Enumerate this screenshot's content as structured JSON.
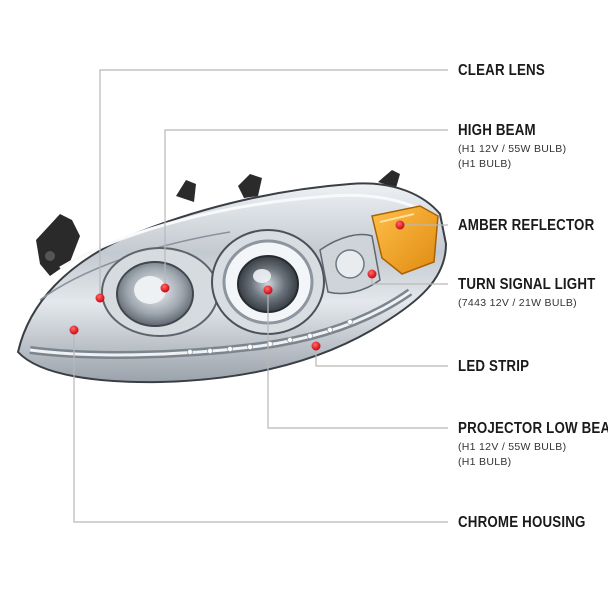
{
  "callouts": {
    "clear_lens": {
      "title": "CLEAR LENS"
    },
    "high_beam": {
      "title": "HIGH BEAM",
      "spec1": "(H1 12V / 55W BULB)",
      "spec2": "(H1 BULB)"
    },
    "amber_reflector": {
      "title": "AMBER REFLECTOR"
    },
    "turn_signal": {
      "title": "TURN SIGNAL LIGHT",
      "spec1": "(7443 12V / 21W BULB)"
    },
    "led_strip": {
      "title": "LED STRIP"
    },
    "projector_low_beam": {
      "title": "PROJECTOR LOW BEAM",
      "spec1": "(H1 12V / 55W BULB)",
      "spec2": "(H1 BULB)"
    },
    "chrome_housing": {
      "title": "CHROME HOUSING"
    }
  },
  "colors": {
    "marker": "#e0121b",
    "leader_line": "#b8b8b8",
    "amber": "#f2a01a",
    "chrome": "#c9ced4"
  }
}
